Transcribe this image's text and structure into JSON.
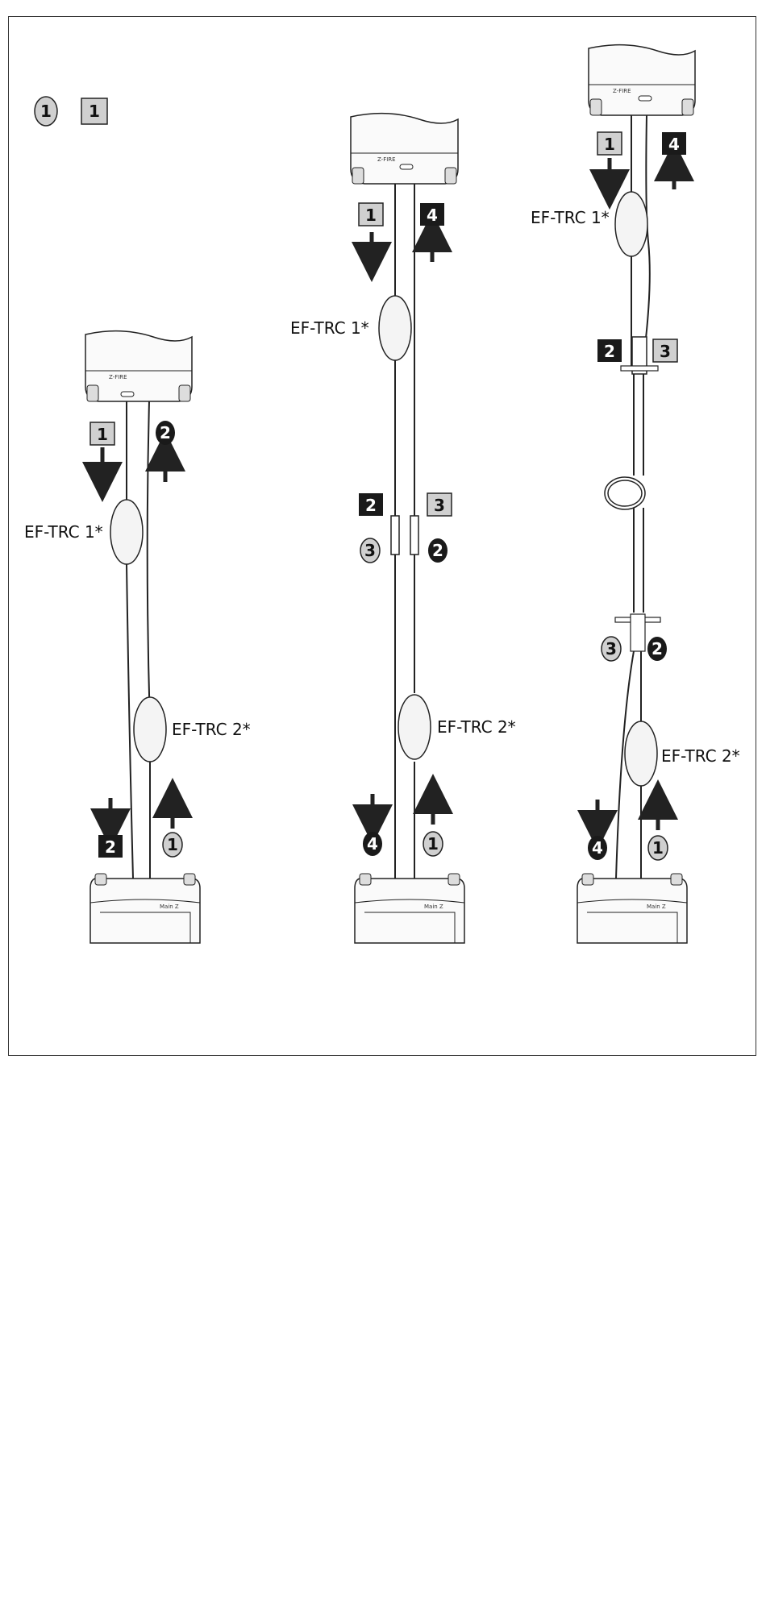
{
  "legend": {
    "circle_marker": "1",
    "square_marker": "1"
  },
  "device_labels": {
    "remote_top_text": "Z-FIRE",
    "main_bottom_text": "Main Z"
  },
  "colors": {
    "dark_marker": "#1a1a1a",
    "light_marker": "#d0d0d0",
    "line": "#222222"
  },
  "panels": [
    {
      "id": "left",
      "cords": [
        {
          "label": "EF-TRC 1*"
        },
        {
          "label": "EF-TRC 2*"
        }
      ],
      "markers": [
        {
          "text": "1",
          "shape": "square",
          "tone": "light"
        },
        {
          "text": "2",
          "shape": "circle",
          "tone": "dark"
        },
        {
          "text": "2",
          "shape": "square",
          "tone": "dark"
        },
        {
          "text": "1",
          "shape": "circle",
          "tone": "light"
        }
      ]
    },
    {
      "id": "middle",
      "cords": [
        {
          "label": "EF-TRC 1*"
        },
        {
          "label": "EF-TRC 2*"
        }
      ],
      "markers": [
        {
          "text": "1",
          "shape": "square",
          "tone": "light"
        },
        {
          "text": "4",
          "shape": "square",
          "tone": "dark"
        },
        {
          "text": "2",
          "shape": "square",
          "tone": "dark"
        },
        {
          "text": "3",
          "shape": "square",
          "tone": "light"
        },
        {
          "text": "3",
          "shape": "circle",
          "tone": "light"
        },
        {
          "text": "2",
          "shape": "circle",
          "tone": "dark"
        },
        {
          "text": "4",
          "shape": "circle",
          "tone": "dark"
        },
        {
          "text": "1",
          "shape": "circle",
          "tone": "light"
        }
      ]
    },
    {
      "id": "right",
      "cords": [
        {
          "label": "EF-TRC 1*"
        },
        {
          "label": "EF-TRC 2*"
        }
      ],
      "markers": [
        {
          "text": "1",
          "shape": "square",
          "tone": "light"
        },
        {
          "text": "4",
          "shape": "square",
          "tone": "dark"
        },
        {
          "text": "2",
          "shape": "square",
          "tone": "dark"
        },
        {
          "text": "3",
          "shape": "square",
          "tone": "light"
        },
        {
          "text": "3",
          "shape": "circle",
          "tone": "light"
        },
        {
          "text": "2",
          "shape": "circle",
          "tone": "dark"
        },
        {
          "text": "4",
          "shape": "circle",
          "tone": "dark"
        },
        {
          "text": "1",
          "shape": "circle",
          "tone": "light"
        }
      ]
    }
  ]
}
